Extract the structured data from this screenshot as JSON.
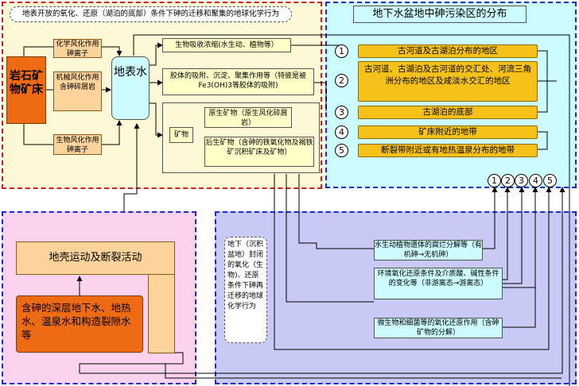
{
  "top_title": "地表开放的氧化、还原（湖泊的底部）条件下砷的迁移和聚集的地球化学行为",
  "rock": "岩石矿物矿床",
  "weathering": {
    "chemical": "化学风化作用砷离子",
    "mechanical": "机械风化作用含砷碎屑岩",
    "biological": "生物风化作用砷离子"
  },
  "surface_water": "地表水",
  "processes_top": {
    "bio_absorb": "生物吸收浓缩(水生动、植物等）",
    "colloid": "胶体的吸附、沉淀、聚集作用等（特彼是被Fe3(OH)3等胶体的吸附)"
  },
  "minerals": {
    "label": "矿物",
    "primary": "原生矿物（原生风化碎屑岩）",
    "secondary": "后生矿物（含砷的铁氧化物及褐铁矿沉积矿床及矿物）"
  },
  "right_title": "地下水盆地中砷污染区的分布",
  "distribution": [
    {
      "num": "1",
      "text": "古河道及古湖泊分布的地区"
    },
    {
      "num": "2",
      "text": "古河道、古湖泊及古河道的交汇处、河流三角洲分布的地区及咸淡水交汇的地区"
    },
    {
      "num": "3",
      "text": "古湖泊的底部"
    },
    {
      "num": "4",
      "text": "矿床附近的地带"
    },
    {
      "num": "5",
      "text": "断裂带附近或有地热温泉分布的地带"
    }
  ],
  "bottom_nums": [
    "1",
    "2",
    "3",
    "4",
    "5"
  ],
  "crust": "地壳运动及断裂活动",
  "deep_water": "含砷的深层地下水、地热水、温泉水和构造裂隙水等",
  "closed_env": "地下（沉积盆地）封闭的氧化（生物)、还原条件下砷再迁移的地球化学行为",
  "groundwater_processes": [
    "水生动植物遗体的腐烂分解等（有机砷→无机砷）",
    "环境氧化还原条件及介质酸、碱性条件的变化等（非游离态→游离态）",
    "微生物和细菌等的氧化还原作用（含砷矿物的分解）"
  ],
  "colors": {
    "region_top_fill": "#fff8d6",
    "region_top_border": "#d61f1f",
    "region_right_fill": "#ccfcff",
    "region_bl_fill": "#fcd3ee",
    "region_br_fill": "#c9c9f6",
    "dashed_blue": "#1a2bd6",
    "orange": "#ee6a13",
    "light_orange": "#fbd39b",
    "gold": "#f6c21a",
    "pale_yellow": "#ffffc8"
  }
}
